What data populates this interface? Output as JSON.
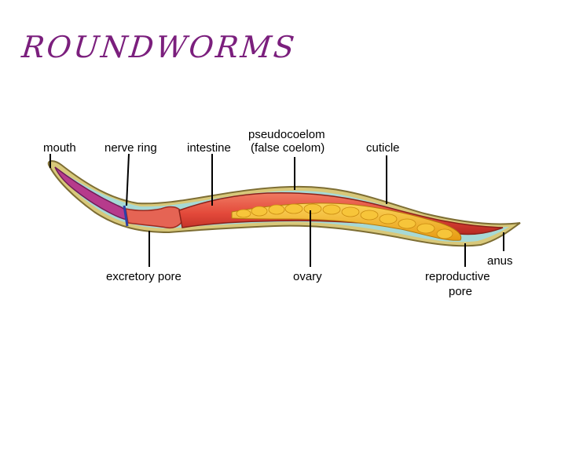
{
  "title": "ROUNDWORMS",
  "labels": {
    "mouth": "mouth",
    "nerve_ring": "nerve ring",
    "intestine": "intestine",
    "pseudocoelom_1": "pseudocoelom",
    "pseudocoelom_2": "(false coelom)",
    "cuticle": "cuticle",
    "excretory_pore": "excretory pore",
    "ovary": "ovary",
    "anus": "anus",
    "reproductive_pore_1": "reproductive",
    "reproductive_pore_2": "pore"
  },
  "colors": {
    "title": "#7b1f7d",
    "cuticle": "#d7c77a",
    "body_fluid": "#9fd7d8",
    "intestine": "#e3493a",
    "ovary": "#f2b21e",
    "pharynx": "#b63b8c"
  }
}
